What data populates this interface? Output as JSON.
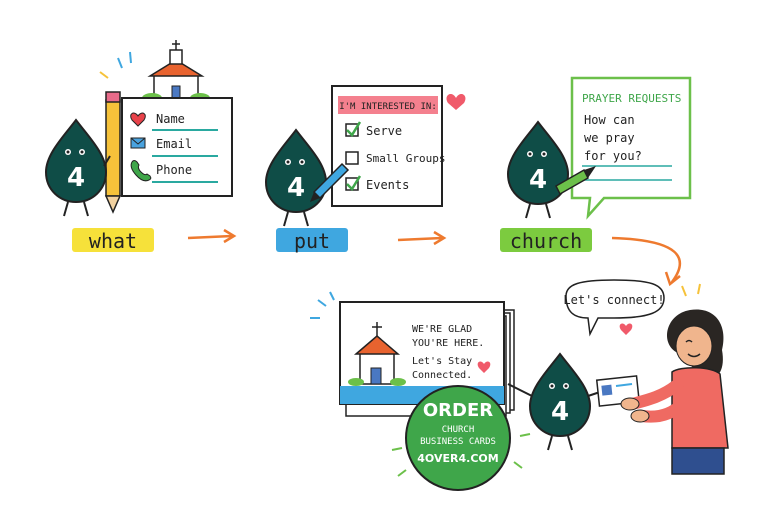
{
  "form": {
    "fields": [
      "Name",
      "Email",
      "Phone"
    ]
  },
  "checklist": {
    "heading": "I'M INTERESTED IN:",
    "items": [
      {
        "label": "Serve",
        "checked": true
      },
      {
        "label": "Small Groups",
        "checked": false
      },
      {
        "label": "Events",
        "checked": true
      }
    ]
  },
  "prayer": {
    "title": "PRAYER REQUESTS",
    "lines": [
      "How can",
      "we pray",
      "for you?"
    ]
  },
  "steps": [
    {
      "label": "what",
      "color": "#f6e13a"
    },
    {
      "label": "put",
      "color": "#3fa7e0"
    },
    {
      "label": "church",
      "color": "#7ccb3f"
    }
  ],
  "mascot": {
    "number": "4",
    "color": "#0f4d47"
  },
  "card": {
    "line1": "WE'RE GLAD",
    "line2": "YOU'RE HERE.",
    "line3": "Let's Stay",
    "line4": "Connected."
  },
  "speech": {
    "text": "Let's connect!"
  },
  "badge": {
    "title": "ORDER",
    "line1": "CHURCH",
    "line2": "BUSINESS CARDS",
    "url": "4OVER4.COM",
    "color": "#3fa64a"
  },
  "colors": {
    "arrow": "#ee7a2f",
    "outline": "#222222"
  }
}
